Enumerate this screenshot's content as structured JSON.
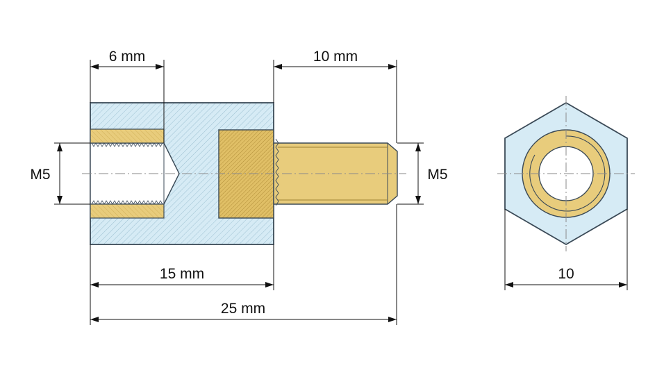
{
  "labels": {
    "hole_depth": "6 mm",
    "stud_length": "10 mm",
    "thread_left": "M5",
    "thread_right": "M5",
    "body_length": "15 mm",
    "total_length": "25 mm",
    "hex_width": "10"
  },
  "colors": {
    "steel_fill": "#d6ebf5",
    "steel_hatch": "#8fb7c9",
    "brass_fill": "#e8cc7c",
    "brass_hatch": "#b8953a",
    "outline": "#3b4a57",
    "dim_line": "#111111",
    "center_line": "#8a8a8a"
  }
}
